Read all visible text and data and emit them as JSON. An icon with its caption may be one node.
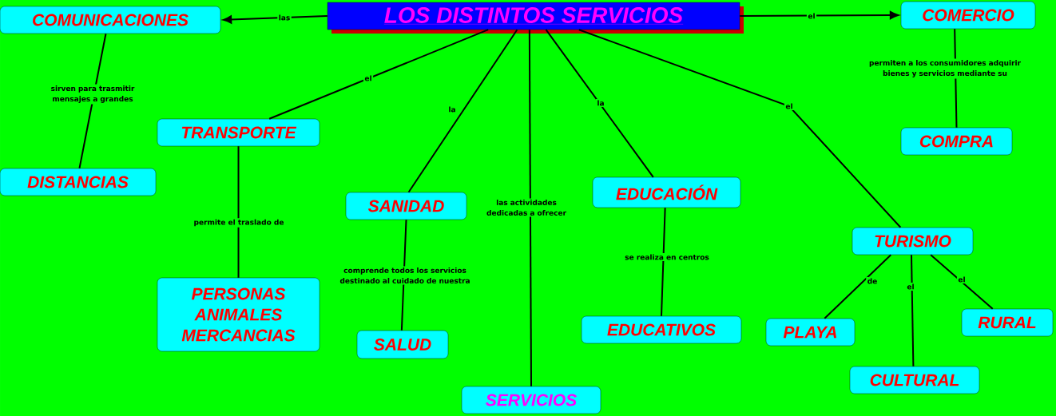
{
  "diagram": {
    "nodes": [
      {
        "text": [
          "LOS DISTINTOS SERVICIOS"
        ]
      },
      {
        "text": [
          "COMUNICACIONES"
        ]
      },
      {
        "text": [
          "COMERCIO"
        ]
      },
      {
        "text": [
          "TRANSPORTE"
        ]
      },
      {
        "text": [
          "DISTANCIAS"
        ]
      },
      {
        "text": [
          "COMPRA"
        ]
      },
      {
        "text": [
          "SANIDAD"
        ]
      },
      {
        "text": [
          "EDUCACIÓN"
        ]
      },
      {
        "text": [
          "TURISMO"
        ]
      },
      {
        "text": [
          "PERSONAS ANIMALES MERCANCIAS"
        ]
      },
      {
        "text": [
          "SALUD"
        ]
      },
      {
        "text": [
          "EDUCATIVOS"
        ]
      },
      {
        "text": [
          "PLAYA"
        ]
      },
      {
        "text": [
          "RURAL"
        ]
      },
      {
        "text": [
          "CULTURAL"
        ]
      },
      {
        "text": [
          "SERVICIOS"
        ]
      }
    ],
    "edges": [
      {
        "from": 0,
        "to": 1,
        "arrow": "to",
        "label": "las"
      },
      {
        "from": 0,
        "to": 2,
        "arrow": "to",
        "label": "el"
      },
      {
        "from": 1,
        "to": 4,
        "arrow": "none",
        "label": "sirven para trasmitir mensajes a grandes"
      },
      {
        "from": 0,
        "to": 3,
        "arrow": "none",
        "label": "el"
      },
      {
        "from": 0,
        "to": 6,
        "arrow": "none",
        "label": "la"
      },
      {
        "from": 0,
        "to": 15,
        "arrow": "none",
        "label": "las actividades dedicadas a ofrecer"
      },
      {
        "from": 0,
        "to": 7,
        "arrow": "none",
        "label": "la"
      },
      {
        "from": 0,
        "to": 8,
        "arrow": "none",
        "label": "el"
      },
      {
        "from": 2,
        "to": 5,
        "arrow": "none",
        "label": "permiten a los consumidores adquirir bienes y servicios mediante su"
      },
      {
        "from": 3,
        "to": 9,
        "arrow": "none",
        "label": "permite el traslado de"
      },
      {
        "from": 6,
        "to": 10,
        "arrow": "none",
        "label": "comprende todos los servicios destinado al cuidado de nuestra"
      },
      {
        "from": 7,
        "to": 11,
        "arrow": "none",
        "label": "se realiza en centros"
      },
      {
        "from": 8,
        "to": 12,
        "arrow": "none",
        "label": "de"
      },
      {
        "from": 8,
        "to": 14,
        "arrow": "none",
        "label": "el"
      },
      {
        "from": 8,
        "to": 13,
        "arrow": "none",
        "label": "el"
      }
    ]
  }
}
